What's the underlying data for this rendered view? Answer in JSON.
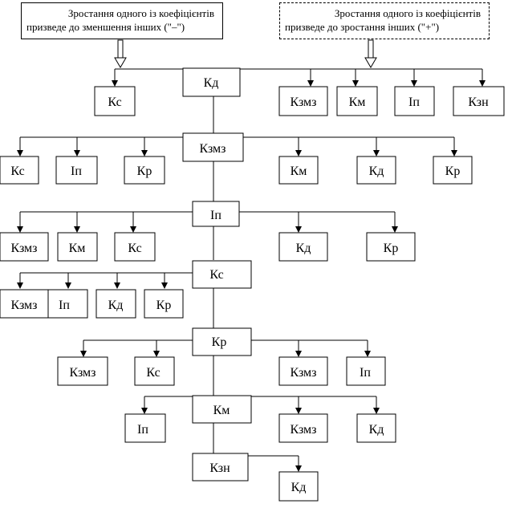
{
  "notes": {
    "minus": {
      "line1": "Зростання одного із коефіцієнтів",
      "line2": "призведе до зменшення інших (\"–\")"
    },
    "plus": {
      "line1": "Зростання одного із коефіцієнтів",
      "line2": "призведе до зростання інших (\"+\")"
    }
  },
  "boxes": {
    "kd_root": "Кд",
    "kc_1": "Кс",
    "kzmz_1": "Кзмз",
    "km_1": "Км",
    "in_1": "Іп",
    "kzn_1": "Кзн",
    "kzmz_hub": "Кзмз",
    "kc_2": "Кс",
    "in_2": "Іп",
    "kr_2": "Кр",
    "km_2": "Км",
    "kd_2": "Кд",
    "kr_2b": "Кр",
    "in_hub": "Іп",
    "kzmz_3": "Кзмз",
    "km_3": "Км",
    "kc_3": "Кс",
    "kd_3": "Кд",
    "kr_3": "Кр",
    "kc_hub": "Кс",
    "kzmz_4": "Кзмз",
    "in_4": "Іп",
    "kd_4": "Кд",
    "kr_4": "Кр",
    "kr_hub": "Кр",
    "kzmz_5": "Кзмз",
    "kc_5": "Кс",
    "kzmz_5b": "Кзмз",
    "in_5": "Іп",
    "km_hub": "Км",
    "in_6": "Іп",
    "kzmz_6": "Кзмз",
    "kd_6": "Кд",
    "kzn_hub": "Кзн",
    "kd_7": "Кд"
  }
}
